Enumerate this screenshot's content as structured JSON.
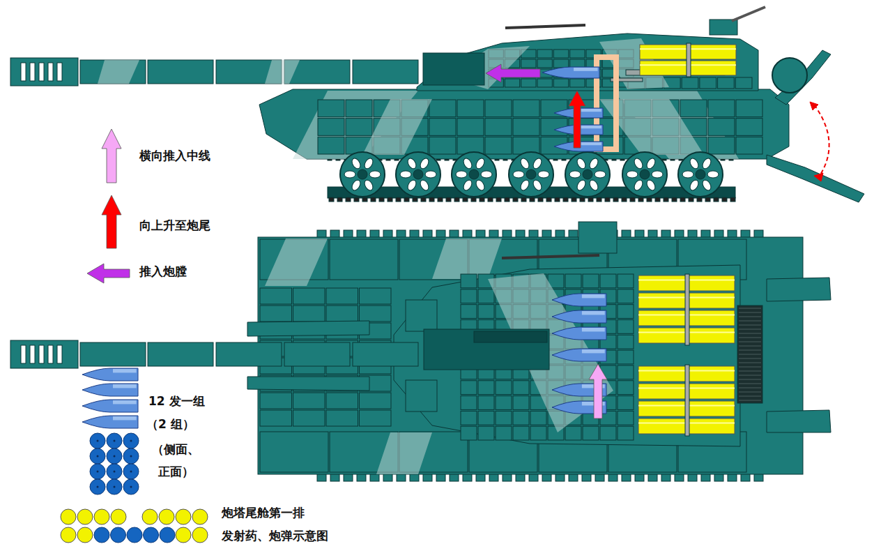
{
  "diagram": {
    "labels": [
      "12 发一组",
      "（2 组）",
      "（侧面、 正面）",
      "炮塔尾舱第一排",
      "发射药、炮弹示意图"
    ],
    "legend": [
      {
        "text": "横向推入中线"
      },
      {
        "text": "向上升至炮尾"
      },
      {
        "text": "推入炮膛"
      }
    ]
  }
}
